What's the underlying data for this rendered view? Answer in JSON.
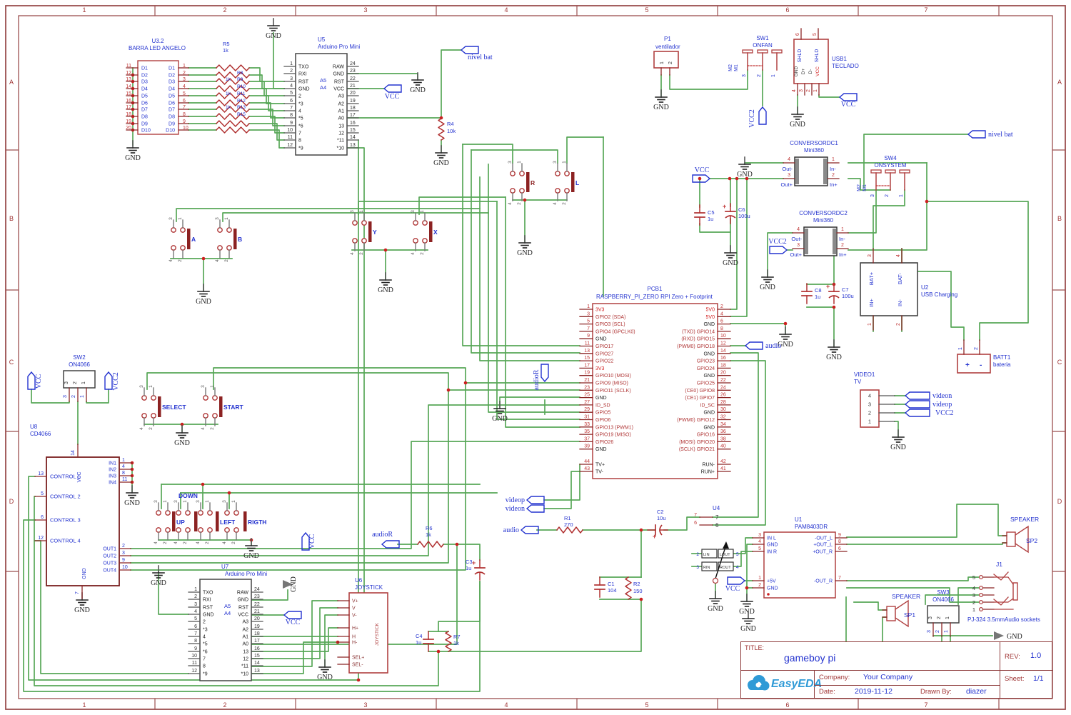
{
  "frame": {
    "columns": [
      "1",
      "2",
      "3",
      "4",
      "5",
      "6",
      "7"
    ],
    "rows": [
      "A",
      "B",
      "C",
      "D"
    ]
  },
  "title_block": {
    "title_label": "TITLE:",
    "title": "gameboy pi",
    "rev_label": "REV:",
    "rev": "1.0",
    "company_label": "Company:",
    "company": "Your Company",
    "sheet_label": "Sheet:",
    "sheet": "1/1",
    "date_label": "Date:",
    "date": "2019-11-12",
    "drawn_label": "Drawn By:",
    "drawn_by": "diazer",
    "logo": "EasyEDA"
  },
  "labels": {
    "gnd": "GND",
    "down": "DOWN"
  },
  "components": {
    "U3_2": {
      "ref": "U3.2",
      "name": "BARRA LED ANGELO",
      "left_nums": [
        "11",
        "12",
        "13",
        "14",
        "15",
        "16",
        "17",
        "18",
        "19",
        "20"
      ],
      "row_labels": [
        "D1",
        "D2",
        "D3",
        "D4",
        "D5",
        "D6",
        "D7",
        "D8",
        "D9",
        "D10"
      ],
      "right_nums": [
        "1",
        "2",
        "3",
        "4",
        "5",
        "6",
        "7",
        "8",
        "9",
        "10"
      ]
    },
    "RNET": {
      "ref": "R5",
      "value": "1k",
      "extra_refs": [
        "R8",
        "R9",
        "R10",
        "R11",
        "R12",
        "R13",
        "R15"
      ]
    },
    "U5": {
      "ref": "U5",
      "name": "Arduino Pro Mini",
      "left": [
        [
          "1",
          "TXO"
        ],
        [
          "2",
          "RXI"
        ],
        [
          "3",
          "RST"
        ],
        [
          "4",
          "GND"
        ],
        [
          "5",
          "2"
        ],
        [
          "6",
          "*3"
        ],
        [
          "7",
          "4"
        ],
        [
          "8",
          "*5"
        ],
        [
          "9",
          "*6"
        ],
        [
          "10",
          "7"
        ],
        [
          "11",
          "8"
        ],
        [
          "12",
          "*9"
        ]
      ],
      "right": [
        [
          "24",
          "RAW"
        ],
        [
          "23",
          "GND"
        ],
        [
          "22",
          "RST"
        ],
        [
          "21",
          "VCC"
        ],
        [
          "20",
          "A3"
        ],
        [
          "19",
          "A2"
        ],
        [
          "18",
          "A1"
        ],
        [
          "17",
          "A0"
        ],
        [
          "16",
          "13"
        ],
        [
          "15",
          "12"
        ],
        [
          "14",
          "*11"
        ],
        [
          "13",
          "*10"
        ]
      ],
      "inner": [
        "A5",
        "A4"
      ]
    },
    "U7": {
      "ref": "U7",
      "name": "Arduino Pro Mini",
      "left": [
        [
          "1",
          "TXO"
        ],
        [
          "2",
          "RXI"
        ],
        [
          "3",
          "RST"
        ],
        [
          "4",
          "GND"
        ],
        [
          "5",
          "2"
        ],
        [
          "6",
          "*3"
        ],
        [
          "7",
          "4"
        ],
        [
          "8",
          "*5"
        ],
        [
          "9",
          "*6"
        ],
        [
          "10",
          "7"
        ],
        [
          "11",
          "8"
        ],
        [
          "12",
          "*9"
        ]
      ],
      "right": [
        [
          "24",
          "RAW"
        ],
        [
          "23",
          "GND"
        ],
        [
          "22",
          "RST"
        ],
        [
          "21",
          "VCC"
        ],
        [
          "20",
          "A3"
        ],
        [
          "19",
          "A2"
        ],
        [
          "18",
          "A1"
        ],
        [
          "17",
          "A0"
        ],
        [
          "16",
          "13"
        ],
        [
          "15",
          "12"
        ],
        [
          "14",
          "*11"
        ],
        [
          "13",
          "*10"
        ]
      ],
      "inner": [
        "A5",
        "A4"
      ]
    },
    "PCB1": {
      "ref": "PCB1",
      "name": "RASPBERRY_PI_ZERO RPI Zero + Footprint",
      "left": [
        [
          "1",
          "3V3"
        ],
        [
          "3",
          "GPIO2 (SDA)"
        ],
        [
          "5",
          "GPIO3 (SCL)"
        ],
        [
          "7",
          "GPIO4 (GPCLK0)"
        ],
        [
          "9",
          "GND"
        ],
        [
          "11",
          "GPIO17"
        ],
        [
          "13",
          "GPIO27"
        ],
        [
          "15",
          "GPIO22"
        ],
        [
          "17",
          "3V3"
        ],
        [
          "19",
          "GPIO10 (MOSI)"
        ],
        [
          "21",
          "GPIO9 (MISO)"
        ],
        [
          "23",
          "GPIO11 (SCLK)"
        ],
        [
          "25",
          "GND"
        ],
        [
          "27",
          "ID_SD"
        ],
        [
          "29",
          "GPIO5"
        ],
        [
          "31",
          "GPIO6"
        ],
        [
          "33",
          "GPIO13 (PWM1)"
        ],
        [
          "35",
          "GPIO19 (MISO)"
        ],
        [
          "37",
          "GPIO26"
        ],
        [
          "39",
          "GND"
        ]
      ],
      "right": [
        [
          "2",
          "5V0"
        ],
        [
          "4",
          "5V0"
        ],
        [
          "6",
          "GND"
        ],
        [
          "8",
          "(TXD) GPIO14"
        ],
        [
          "10",
          "(RXD) GPIO15"
        ],
        [
          "12",
          "(PWM0) GPIO18"
        ],
        [
          "14",
          "GND"
        ],
        [
          "16",
          "GPIO23"
        ],
        [
          "18",
          "GPIO24"
        ],
        [
          "20",
          "GND"
        ],
        [
          "22",
          "GPIO25"
        ],
        [
          "24",
          "(CE0) GPIO8"
        ],
        [
          "26",
          "(CE1) GPIO7"
        ],
        [
          "28",
          "ID_SC"
        ],
        [
          "30",
          "GND"
        ],
        [
          "32",
          "(PWM0) GPIO12"
        ],
        [
          "34",
          "GND"
        ],
        [
          "36",
          "GPIO16"
        ],
        [
          "38",
          "(MOSI) GPIO20"
        ],
        [
          "40",
          "(SCLK) GPIO21"
        ]
      ],
      "bottom_left": [
        [
          "44",
          "TV+"
        ],
        [
          "43",
          "TV-"
        ]
      ],
      "bottom_right": [
        [
          "42",
          "RUN-"
        ],
        [
          "41",
          "RUN+"
        ]
      ]
    },
    "U8": {
      "ref": "U8",
      "name": "CD4066",
      "top": [
        "14",
        "VCC"
      ],
      "bottom": [
        "7",
        "GND"
      ],
      "left": [
        [
          "13",
          "CONTROL 1"
        ],
        [
          "5",
          "CONTROL 2"
        ],
        [
          "6",
          "CONTROL 3"
        ],
        [
          "12",
          "CONTROL 4"
        ]
      ],
      "right_in": [
        [
          "1",
          "IN1"
        ],
        [
          "4",
          "IN2"
        ],
        [
          "8",
          "IN3"
        ],
        [
          "11",
          "IN4"
        ]
      ],
      "right_out": [
        [
          "2",
          "OUT1"
        ],
        [
          "3",
          "OUT2"
        ],
        [
          "9",
          "OUT3"
        ],
        [
          "10",
          "OUT4"
        ]
      ]
    },
    "U1": {
      "ref": "U1",
      "name": "PAM8403DR",
      "left": [
        [
          "3",
          "IN L"
        ],
        [
          "4",
          "GND"
        ],
        [
          "5",
          "IN R"
        ],
        [
          "1",
          "+5V"
        ],
        [
          "2",
          "GND"
        ]
      ],
      "right": [
        [
          "9",
          "-OUT_L"
        ],
        [
          "8",
          "+OUT_L"
        ],
        [
          "6",
          "+OUT_R"
        ],
        [
          "7",
          "-OUT_R"
        ]
      ]
    },
    "U2": {
      "ref": "U2",
      "name": "USB Charging",
      "top": [
        [
          "3",
          "BAT+"
        ],
        [
          "4",
          "BAT-"
        ]
      ],
      "bottom": [
        [
          "1",
          "IN+"
        ],
        [
          "2",
          "IN-"
        ]
      ]
    },
    "U4": {
      "ref": "U4",
      "pins_left": [
        "7",
        "6"
      ],
      "cells": [
        [
          "2",
          "LIN",
          "LOUT",
          "5"
        ],
        [
          "3",
          "RIN",
          "ROUT",
          "4"
        ]
      ]
    },
    "U6": {
      "ref": "U6",
      "name": "JOYSTICK",
      "pins": [
        "V+",
        "V",
        "V-",
        "H+",
        "H",
        "H-",
        "SEL+",
        "SEL-"
      ],
      "body_text": "JOYSTICK"
    },
    "CONVERSORDC1": {
      "ref": "CONVERSORDC1",
      "name": "Mini360",
      "left": [
        [
          "4",
          "Out-"
        ],
        [
          "3",
          "Out+"
        ]
      ],
      "right": [
        [
          "1",
          "In-"
        ],
        [
          "2",
          "In+"
        ]
      ]
    },
    "CONVERSORDC2": {
      "ref": "CONVERSORDC2",
      "name": "Mini360",
      "left": [
        [
          "4",
          "Out-"
        ],
        [
          "3",
          "Out+"
        ]
      ],
      "right": [
        [
          "1",
          "In-"
        ],
        [
          "2",
          "In+"
        ]
      ]
    },
    "SW1": {
      "ref": "SW1",
      "name": "ONFAN",
      "pins": [
        "3",
        "2",
        "1"
      ],
      "mlabels": [
        "M2",
        "M1"
      ]
    },
    "SW4": {
      "ref": "SW4",
      "name": "ONSYSTEM",
      "pins": [
        "3",
        "2",
        "1"
      ],
      "mlabels": [
        "M2",
        "M1"
      ]
    },
    "SW2": {
      "ref": "SW2",
      "name": "ON4066",
      "pins": [
        "3",
        "2",
        "1"
      ]
    },
    "SW3": {
      "ref": "SW3",
      "name": "ON4066",
      "pins": [
        "3",
        "2",
        "1"
      ]
    },
    "USB1": {
      "ref": "USB1",
      "name": "TECLADO",
      "top": [
        [
          "6",
          "SHLD"
        ],
        [
          "5",
          "SHLD"
        ]
      ],
      "bottom": [
        [
          "4",
          "GND"
        ],
        [
          "3",
          "D+"
        ],
        [
          "2",
          "D-"
        ],
        [
          "1",
          "VCC"
        ]
      ]
    },
    "P1": {
      "ref": "P1",
      "name": "ventilador",
      "pins": [
        "1",
        "2"
      ]
    },
    "VIDEO1": {
      "ref": "VIDEO1",
      "name": "TV",
      "pins": [
        "4",
        "3",
        "2",
        "1"
      ]
    },
    "BATT1": {
      "ref": "BATT1",
      "name": "bateria",
      "pins": [
        "1",
        "2"
      ],
      "plus": "+",
      "minus": "-"
    },
    "J1": {
      "ref": "J1",
      "name": "PJ-324 3.5mmAudio sockets",
      "pins": [
        "5",
        "4",
        "3",
        "2",
        "1"
      ]
    },
    "SP1": {
      "ref": "SP1",
      "name": "SPEAKER"
    },
    "SP2": {
      "ref": "SP2",
      "name": "SPEAKER"
    }
  },
  "buttons": [
    {
      "label": "A",
      "pins": [
        "3",
        "1",
        "4",
        "2"
      ]
    },
    {
      "label": "B",
      "pins": [
        "3",
        "1",
        "4",
        "2"
      ]
    },
    {
      "label": "Y",
      "pins": [
        "3",
        "1",
        "4",
        "2"
      ]
    },
    {
      "label": "X",
      "pins": [
        "3",
        "1",
        "4",
        "2"
      ]
    },
    {
      "label": "R",
      "pins": [
        "3",
        "1",
        "4",
        "2"
      ]
    },
    {
      "label": "L",
      "pins": [
        "3",
        "1",
        "4",
        "2"
      ]
    },
    {
      "label": "SELECT",
      "pins": [
        "3",
        "1",
        "4",
        "2"
      ]
    },
    {
      "label": "START",
      "pins": [
        "3",
        "1",
        "4",
        "2"
      ]
    },
    {
      "label": "UP",
      "pins": [
        "3",
        "1",
        "4",
        "2"
      ]
    },
    {
      "label": "DOWN",
      "pins": [
        "3",
        "1",
        "4",
        "2"
      ]
    },
    {
      "label": "LEFT",
      "pins": [
        "3",
        "1",
        "4",
        "2"
      ]
    },
    {
      "label": "RIGTH",
      "pins": [
        "3",
        "1",
        "4",
        "2"
      ]
    }
  ],
  "passives": [
    {
      "ref": "R4",
      "value": "10k"
    },
    {
      "ref": "R1",
      "value": "270"
    },
    {
      "ref": "R6",
      "value": "1k"
    },
    {
      "ref": "R7",
      "value": "1k"
    },
    {
      "ref": "R2",
      "value": "150"
    },
    {
      "ref": "C1",
      "value": "104"
    },
    {
      "ref": "C2",
      "value": "10u"
    },
    {
      "ref": "C3",
      "value": "1u"
    },
    {
      "ref": "C4",
      "value": "1u"
    },
    {
      "ref": "C5",
      "value": "1u"
    },
    {
      "ref": "C6",
      "value": "100u"
    },
    {
      "ref": "C7",
      "value": "100u"
    },
    {
      "ref": "C8",
      "value": "1u"
    }
  ],
  "net_flags": [
    {
      "text": "VCC"
    },
    {
      "text": "nivel bat"
    },
    {
      "text": "VCC2"
    },
    {
      "text": "VCC"
    },
    {
      "text": "nivel bat"
    },
    {
      "text": "VCC"
    },
    {
      "text": "VCC2"
    },
    {
      "text": "audio"
    },
    {
      "text": "audioR"
    },
    {
      "text": "videop"
    },
    {
      "text": "videon"
    },
    {
      "text": "audio"
    },
    {
      "text": "audioR"
    },
    {
      "text": "VCC"
    },
    {
      "text": "VCC"
    },
    {
      "text": "VCC"
    },
    {
      "text": "VCC"
    },
    {
      "text": "VCC2"
    },
    {
      "text": "videon"
    },
    {
      "text": "videop"
    },
    {
      "text": "VCC2"
    }
  ]
}
